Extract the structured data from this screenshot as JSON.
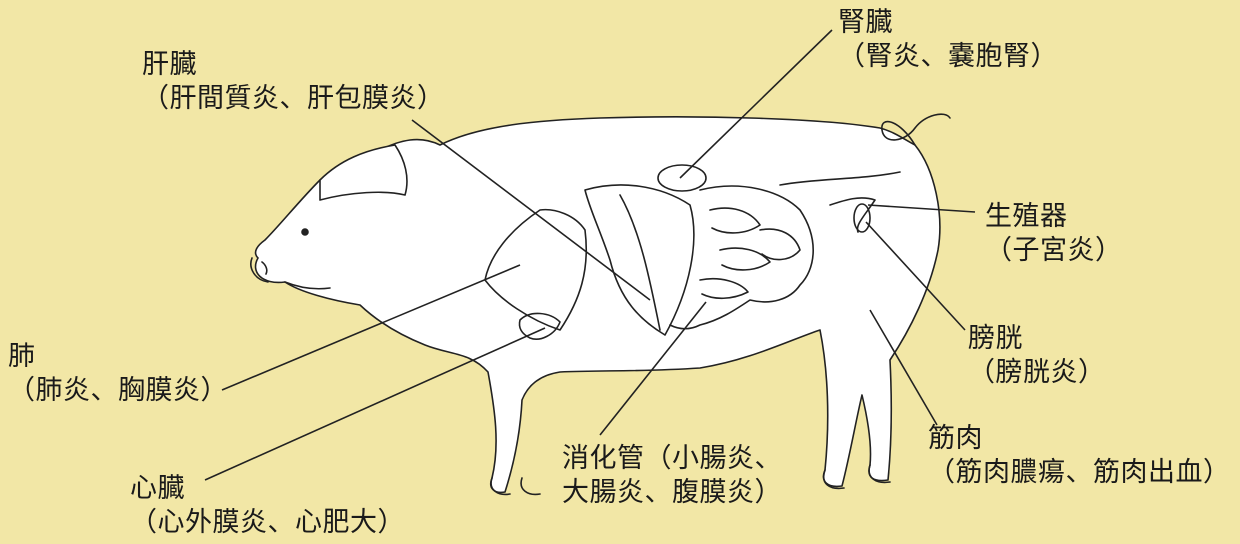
{
  "labels": {
    "kidney": {
      "name": "腎臓",
      "diseases": "（腎炎、嚢胞腎）"
    },
    "liver": {
      "name": "肝臓",
      "diseases": "（肝間質炎、肝包膜炎）"
    },
    "genital": {
      "name": "生殖器",
      "diseases": "（子宮炎）"
    },
    "lung": {
      "name": "肺",
      "diseases": "（肺炎、胸膜炎）"
    },
    "bladder": {
      "name": "膀胱",
      "diseases": "（膀胱炎）"
    },
    "muscle": {
      "name": "筋肉",
      "diseases": "（筋肉膿瘍、筋肉出血）"
    },
    "digestive": {
      "line1": "消化管（小腸炎、",
      "line2": "大腸炎、腹膜炎）"
    },
    "heart": {
      "name": "心臓",
      "diseases": "（心外膜炎、心肥大）"
    }
  },
  "colors": {
    "background": "#F2E7A6",
    "ink": "#1a1a1a"
  }
}
